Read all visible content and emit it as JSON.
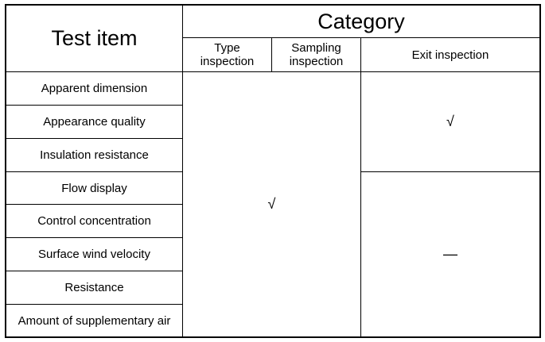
{
  "table": {
    "header": {
      "test_item": "Test item",
      "category": "Category",
      "type_inspection": [
        "Type",
        "inspection"
      ],
      "sampling_inspection": [
        "Sampling",
        "inspection"
      ],
      "exit_inspection": "Exit inspection"
    },
    "rows": [
      "Apparent dimension",
      "Appearance quality",
      "Insulation resistance",
      "Flow display",
      "Control concentration",
      "Surface wind velocity",
      "Resistance",
      "Amount of supplementary air"
    ],
    "marks": {
      "type_and_sampling": "√",
      "exit_first_group": "√",
      "exit_second_group": "—"
    }
  }
}
